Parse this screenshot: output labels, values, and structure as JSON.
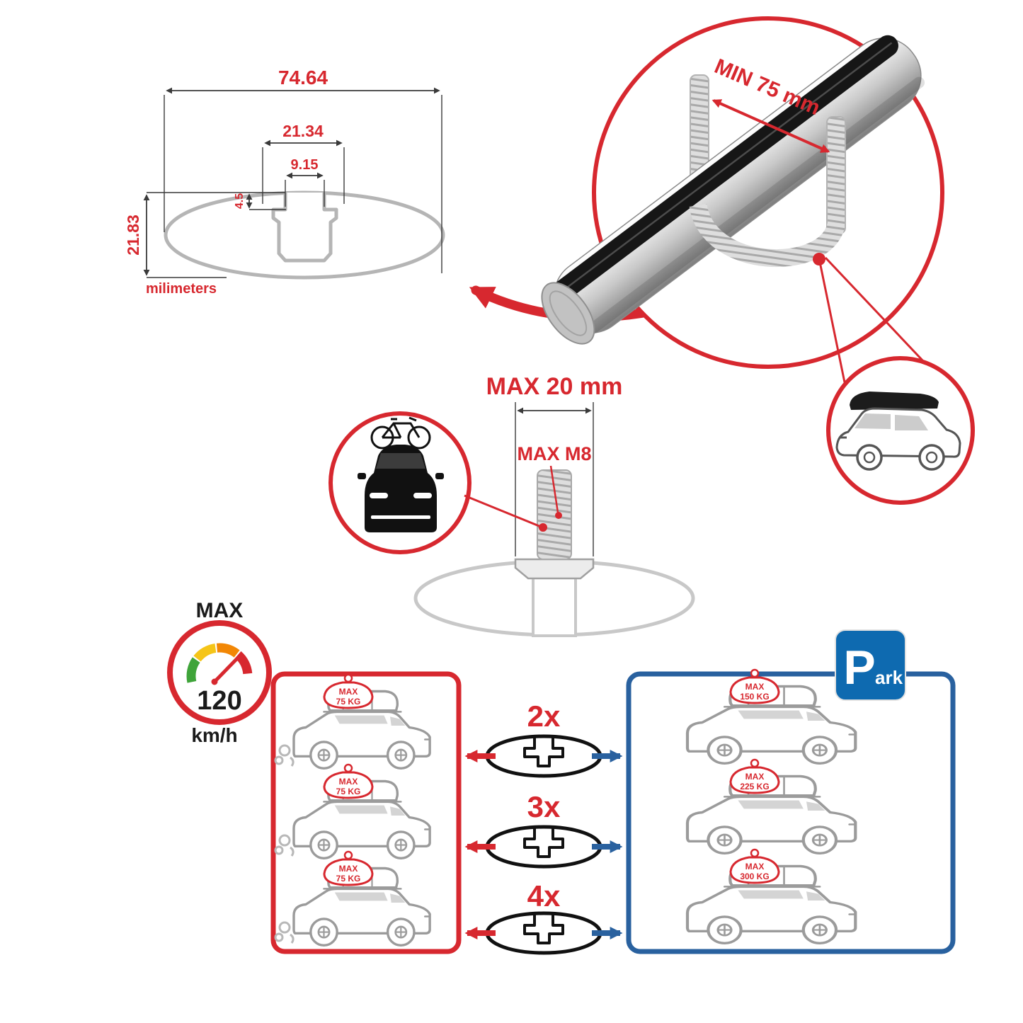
{
  "colors": {
    "red": "#d7282f",
    "blue": "#29619f",
    "sign_blue": "#0e6ab0",
    "gray": "#9b9b9b"
  },
  "cross_section": {
    "dim_total_width": "74.64",
    "dim_plateau_width": "21.34",
    "dim_slot_width": "9.15",
    "dim_slot_depth": "4.5",
    "dim_total_height": "21.83",
    "unit_label": "milimeters"
  },
  "clamp_detail": {
    "min_span_label": "MIN 75 mm"
  },
  "bolt_detail": {
    "max_width_label": "MAX 20 mm",
    "max_thread_label": "MAX M8"
  },
  "speedometer": {
    "top_label": "MAX",
    "value": "120",
    "unit": "km/h"
  },
  "parking_sign": {
    "letter": "P",
    "rest": "ark"
  },
  "quantity_rows": [
    {
      "label": "2x"
    },
    {
      "label": "3x"
    },
    {
      "label": "4x"
    }
  ],
  "driving_panel": {
    "cars": [
      {
        "tag_title": "MAX",
        "tag_value": "75 KG"
      },
      {
        "tag_title": "MAX",
        "tag_value": "75 KG"
      },
      {
        "tag_title": "MAX",
        "tag_value": "75 KG"
      }
    ]
  },
  "parked_panel": {
    "cars": [
      {
        "tag_title": "MAX",
        "tag_value": "150 KG"
      },
      {
        "tag_title": "MAX",
        "tag_value": "225 KG"
      },
      {
        "tag_title": "MAX",
        "tag_value": "300 KG"
      }
    ]
  }
}
